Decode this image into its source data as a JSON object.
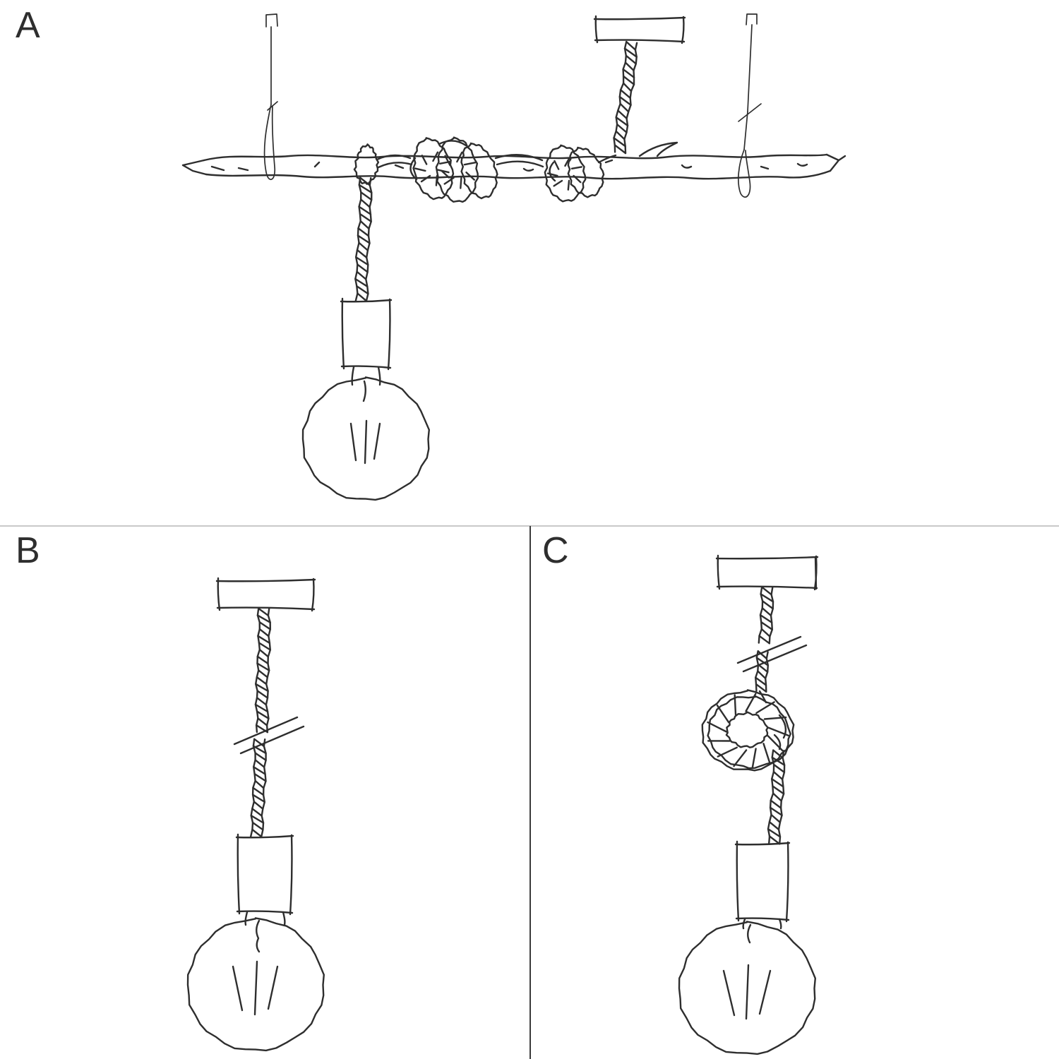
{
  "page": {
    "background": "#ffffff",
    "ink": "#2e2e2e",
    "divider_light": "#c9c9c9",
    "divider_dark": "#3b3b3b"
  },
  "panels": {
    "a": {
      "label": "A"
    },
    "b": {
      "label": "B"
    },
    "c": {
      "label": "C"
    }
  }
}
